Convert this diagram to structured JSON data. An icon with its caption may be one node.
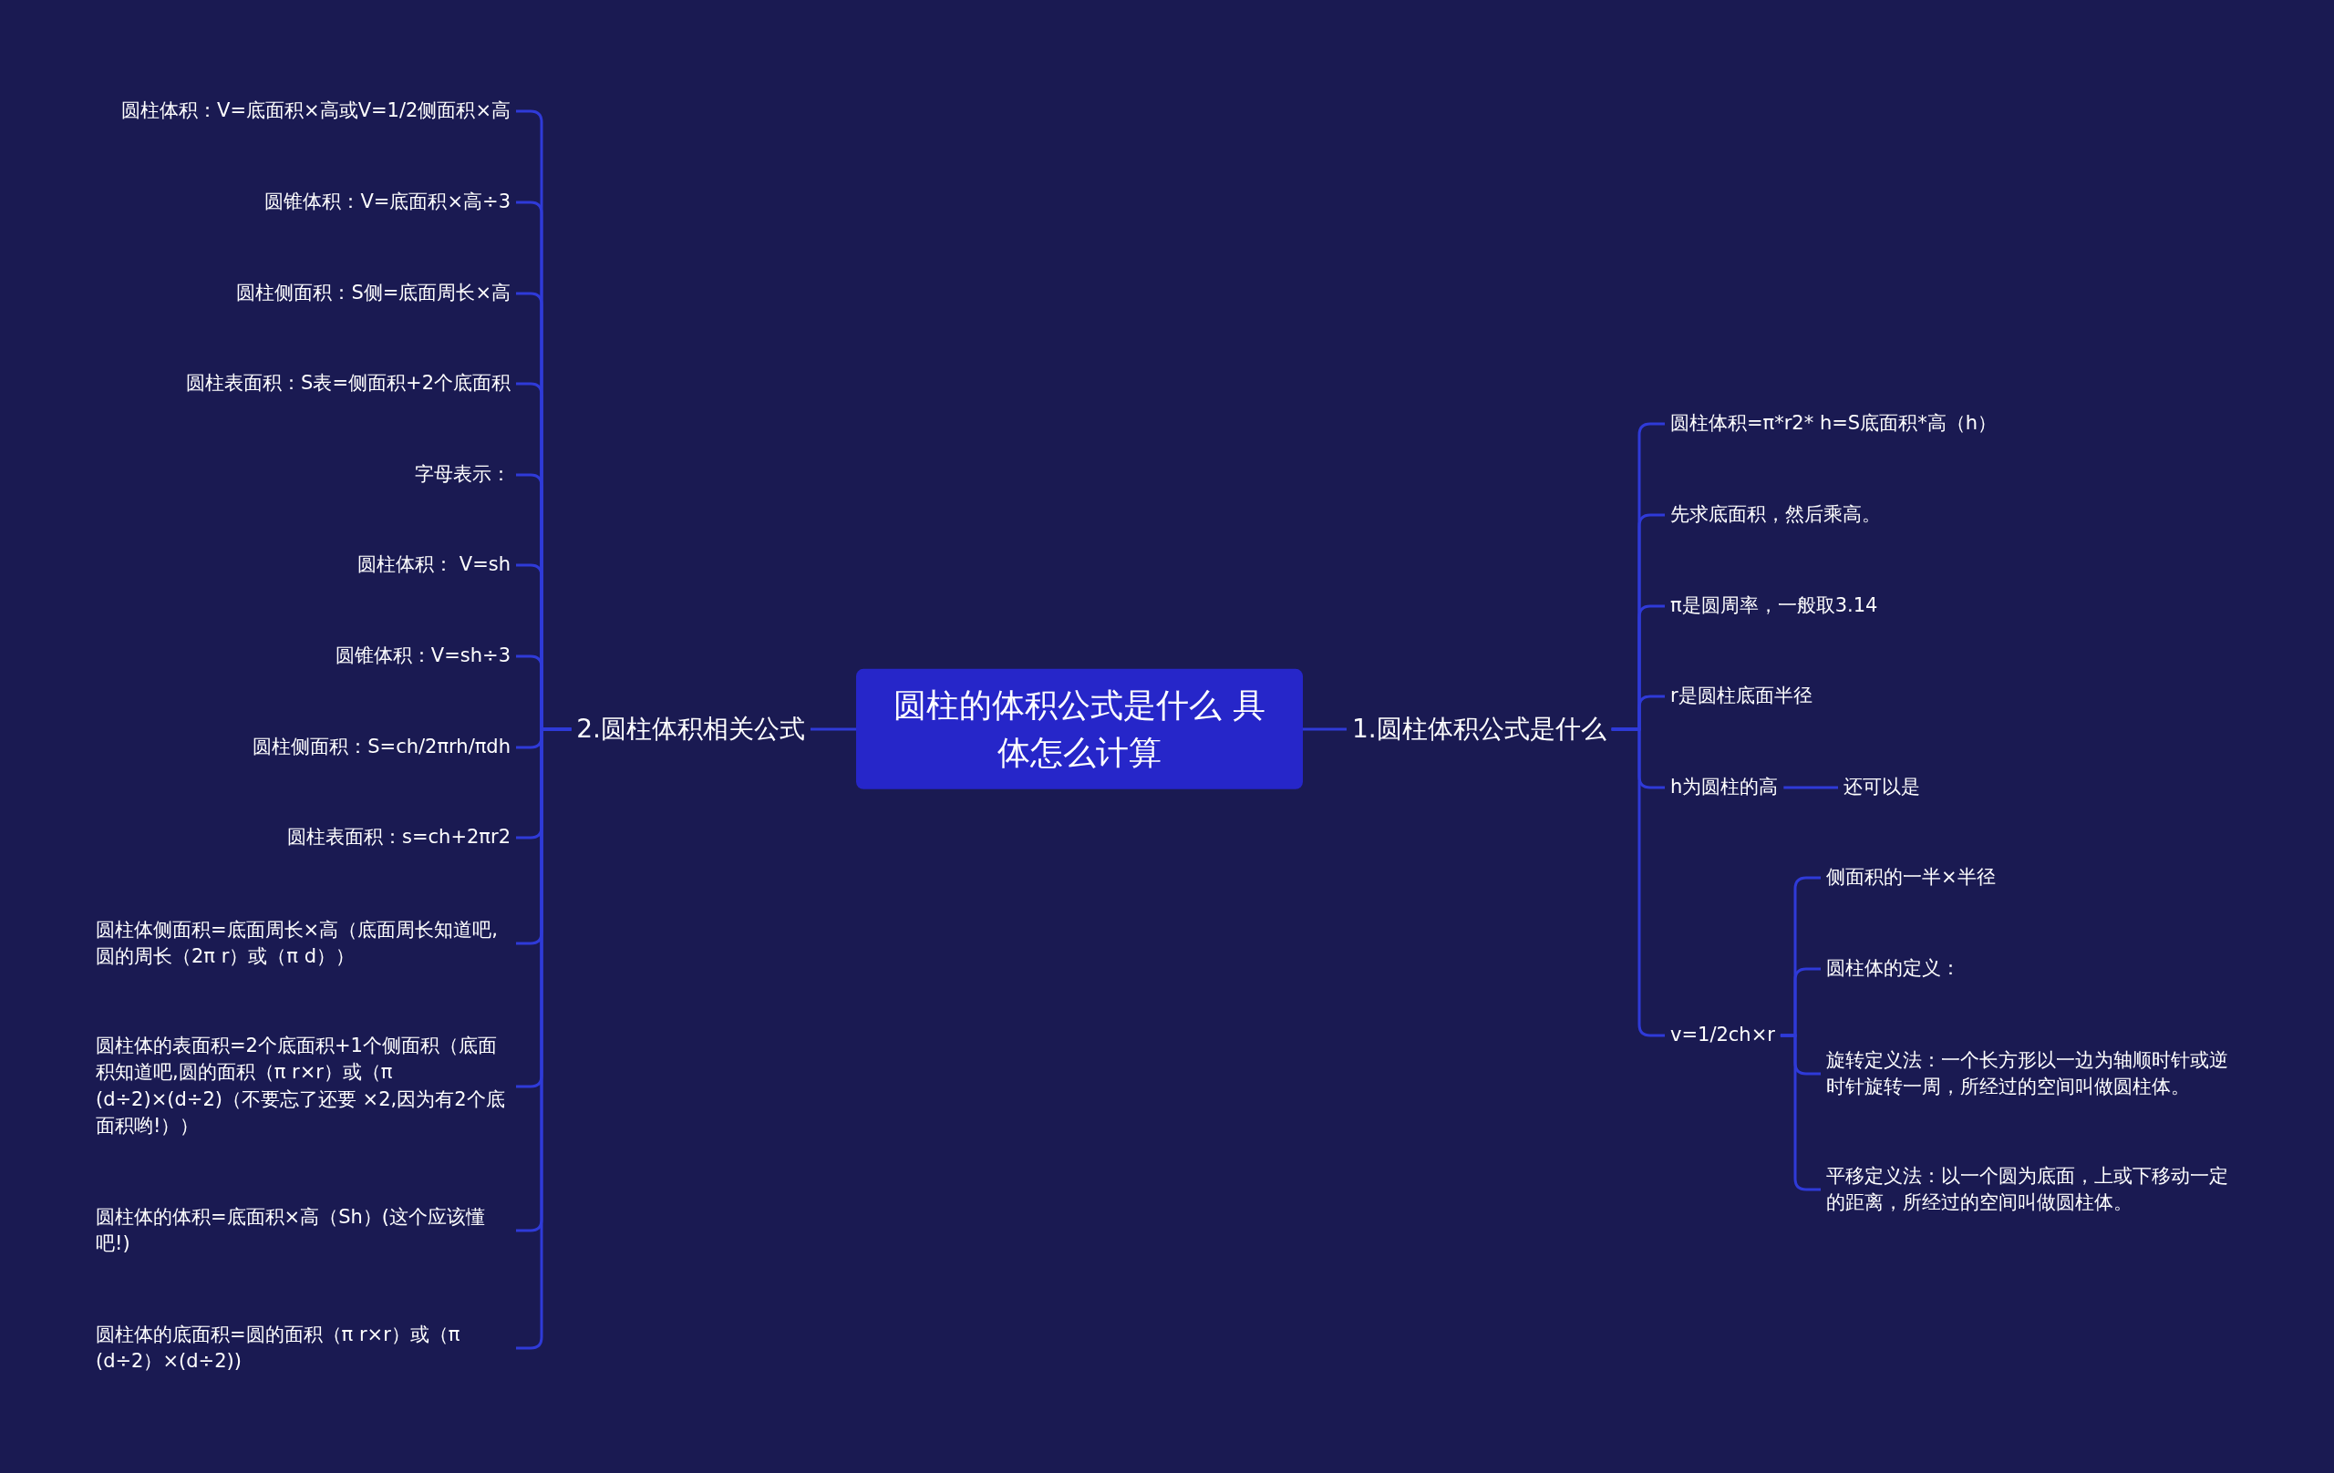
{
  "diagram": {
    "nodes": [
      {
        "text": [
          "圆柱的体积公式是什么 具体怎么计算"
        ]
      },
      {
        "text": [
          "1.圆柱体积公式是什么"
        ]
      },
      {
        "text": [
          "圆柱体积=π*r2* h=S底面积*高（h）"
        ]
      },
      {
        "text": [
          "先求底面积，然后乘高。"
        ]
      },
      {
        "text": [
          "π是圆周率，一般取3.14"
        ]
      },
      {
        "text": [
          "r是圆柱底面半径"
        ]
      },
      {
        "text": [
          "h为圆柱的高"
        ]
      },
      {
        "text": [
          "还可以是"
        ]
      },
      {
        "text": [
          "v=1/2ch×r"
        ]
      },
      {
        "text": [
          "侧面积的一半×半径"
        ]
      },
      {
        "text": [
          "圆柱体的定义："
        ]
      },
      {
        "text": [
          "旋转定义法：一个长方形以一边为轴顺时针或逆时针旋转一周，所经过的空间叫做圆柱体。"
        ]
      },
      {
        "text": [
          "平移定义法：以一个圆为底面，上或下移动一定的距离，所经过的空间叫做圆柱体。"
        ]
      },
      {
        "text": [
          "2.圆柱体积相关公式"
        ]
      },
      {
        "text": [
          "圆柱体积：V=底面积×高或V=1/2侧面积×高"
        ]
      },
      {
        "text": [
          "圆锥体积：V=底面积×高÷3"
        ]
      },
      {
        "text": [
          "圆柱侧面积：S侧=底面周长×高"
        ]
      },
      {
        "text": [
          "圆柱表面积：S表=侧面积+2个底面积"
        ]
      },
      {
        "text": [
          "字母表示："
        ]
      },
      {
        "text": [
          "圆柱体积：  V=sh"
        ]
      },
      {
        "text": [
          "圆锥体积：V=sh÷3"
        ]
      },
      {
        "text": [
          "圆柱侧面积：S=ch/2πrh/πdh"
        ]
      },
      {
        "text": [
          "圆柱表面积：s=ch+2πr2"
        ]
      },
      {
        "text": [
          "圆柱体侧面积=底面周长×高（底面周长知道吧,圆的周长（2π r）或（π d））"
        ]
      },
      {
        "text": [
          "圆柱体的表面积=2个底面积+1个侧面积（底面积知道吧,圆的面积（π r×r）或（π (d÷2)×(d÷2)（不要忘了还要 ×2,因为有2个底面积哟!））"
        ]
      },
      {
        "text": [
          "圆柱体的体积=底面积×高（Sh）(这个应该懂吧!)"
        ]
      },
      {
        "text": [
          "圆柱体的底面积=圆的面积（π r×r）或（π (d÷2）×(d÷2))"
        ]
      }
    ],
    "edges": [
      {
        "from": 0,
        "to": 1,
        "arrow": "none"
      },
      {
        "from": 1,
        "to": 2,
        "arrow": "none"
      },
      {
        "from": 1,
        "to": 3,
        "arrow": "none"
      },
      {
        "from": 1,
        "to": 4,
        "arrow": "none"
      },
      {
        "from": 1,
        "to": 5,
        "arrow": "none"
      },
      {
        "from": 1,
        "to": 6,
        "arrow": "none"
      },
      {
        "from": 6,
        "to": 7,
        "arrow": "none"
      },
      {
        "from": 1,
        "to": 8,
        "arrow": "none"
      },
      {
        "from": 8,
        "to": 9,
        "arrow": "none"
      },
      {
        "from": 8,
        "to": 10,
        "arrow": "none"
      },
      {
        "from": 8,
        "to": 11,
        "arrow": "none"
      },
      {
        "from": 8,
        "to": 12,
        "arrow": "none"
      },
      {
        "from": 0,
        "to": 13,
        "arrow": "none"
      },
      {
        "from": 13,
        "to": 14,
        "arrow": "none"
      },
      {
        "from": 13,
        "to": 15,
        "arrow": "none"
      },
      {
        "from": 13,
        "to": 16,
        "arrow": "none"
      },
      {
        "from": 13,
        "to": 17,
        "arrow": "none"
      },
      {
        "from": 13,
        "to": 18,
        "arrow": "none"
      },
      {
        "from": 13,
        "to": 19,
        "arrow": "none"
      },
      {
        "from": 13,
        "to": 20,
        "arrow": "none"
      },
      {
        "from": 13,
        "to": 21,
        "arrow": "none"
      },
      {
        "from": 13,
        "to": 22,
        "arrow": "none"
      },
      {
        "from": 13,
        "to": 23,
        "arrow": "none"
      },
      {
        "from": 13,
        "to": 24,
        "arrow": "none"
      },
      {
        "from": 13,
        "to": 25,
        "arrow": "none"
      },
      {
        "from": 13,
        "to": 26,
        "arrow": "none"
      }
    ]
  }
}
